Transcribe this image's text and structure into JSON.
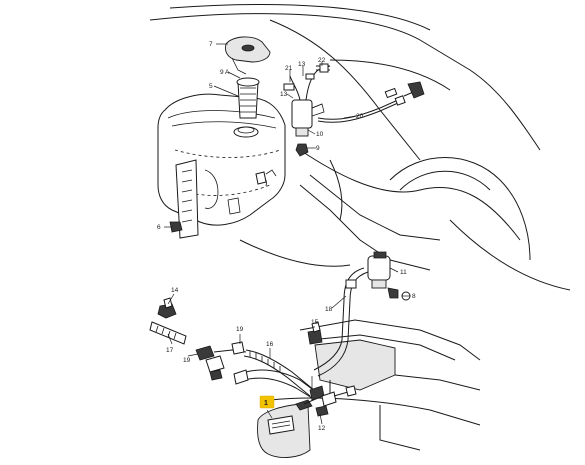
{
  "labels": {
    "p1": "1",
    "p5": "5",
    "p6": "6",
    "p7": "7",
    "p8": "8",
    "p9": "9",
    "p9a": "9 A",
    "p10": "10",
    "p11": "11",
    "p12": "12",
    "p13a": "13",
    "p13b": "13",
    "p14": "14",
    "p15": "15",
    "p16": "16",
    "p17": "17",
    "p18": "18",
    "p19a": "19",
    "p19b": "19",
    "p20": "20",
    "p21": "21",
    "p22": "22"
  },
  "highlighted_part": "1",
  "colors": {
    "highlight": "#f2c200",
    "line": "#1a1a1a"
  }
}
